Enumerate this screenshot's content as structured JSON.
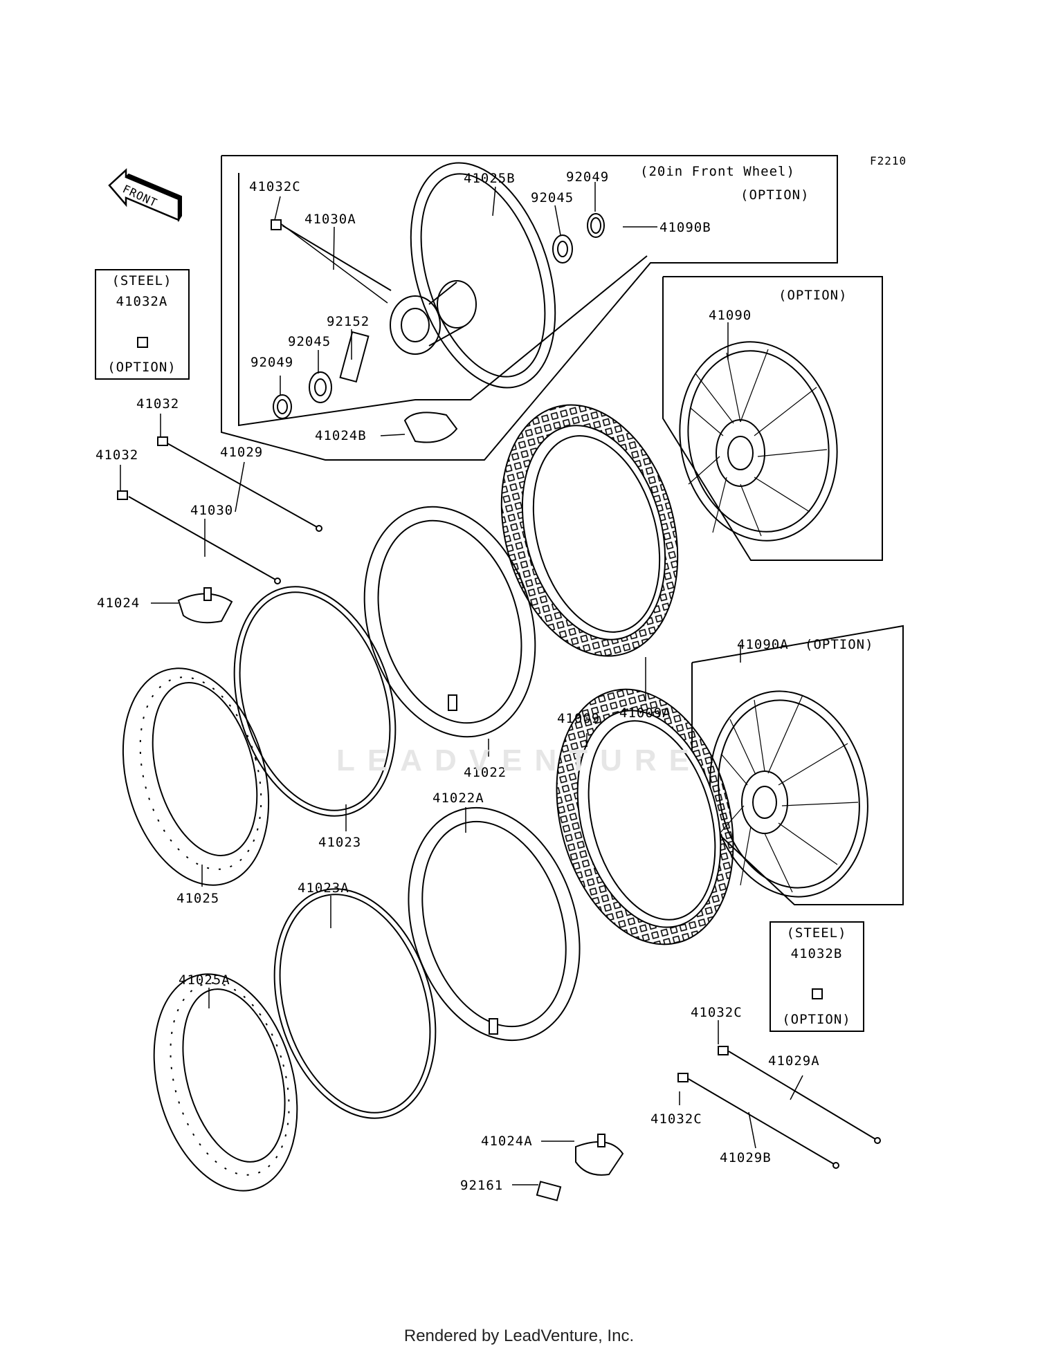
{
  "code": "F2210",
  "front_label": "FRONT",
  "boxes": {
    "front20": {
      "title": "(20in Front Wheel)",
      "note": "(OPTION)"
    },
    "opt41090": {
      "note": "(OPTION)"
    },
    "opt41090A": {
      "note": "(OPTION)"
    },
    "steelA": {
      "top": "(STEEL)",
      "part": "41032A",
      "bottom": "(OPTION)"
    },
    "steelB": {
      "top": "(STEEL)",
      "part": "41032B",
      "bottom": "(OPTION)"
    }
  },
  "parts": {
    "p41032C_top": "41032C",
    "p41025B": "41025B",
    "p92049_top": "92049",
    "p92045_top": "92045",
    "p41030A": "41030A",
    "p41090B": "41090B",
    "p92152": "92152",
    "p92045_bot": "92045",
    "p92049_bot": "92049",
    "p41024B": "41024B",
    "p41090": "41090",
    "p41032_a": "41032",
    "p41032_b": "41032",
    "p41029": "41029",
    "p41030": "41030",
    "p41024": "41024",
    "p41009A": "41009A",
    "p41090A": "41090A",
    "p41022": "41022",
    "p41009": "41009",
    "p41023": "41023",
    "p41022A": "41022A",
    "p41025": "41025",
    "p41023A": "41023A",
    "p41025A": "41025A",
    "p41032C_r1": "41032C",
    "p41029A": "41029A",
    "p41032C_r2": "41032C",
    "p41029B": "41029B",
    "p41024A": "41024A",
    "p92161": "92161"
  },
  "watermark": "LEADVENTURE",
  "footer": "Rendered by LeadVenture, Inc."
}
